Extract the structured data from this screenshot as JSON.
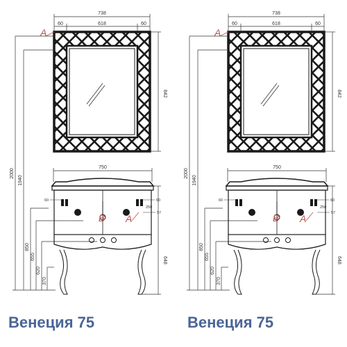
{
  "diagram": {
    "colors": {
      "line": "#1a1a1a",
      "dim": "#333333",
      "marker": "#c0504d",
      "caption": "#4a6596"
    },
    "drawings": [
      {
        "caption": "Венеция 75",
        "mirror": {
          "overall_width": "738",
          "side_left": "60",
          "inner_width": "618",
          "side_right": "60",
          "height": "842"
        },
        "cabinet": {
          "width": "750"
        },
        "heights": {
          "h2000": "2000",
          "h1940": "1940",
          "h850": "850",
          "h655": "655",
          "h620": "620",
          "h370": "370",
          "h648": "648"
        },
        "fittings": {
          "left_gap": "60",
          "right_gap": "60",
          "right_mid": "250",
          "right_low": "57"
        },
        "markers": {
          "a_top": "A",
          "b": "B",
          "a_cabinet": "A"
        }
      },
      {
        "caption": "Венеция 75",
        "mirror": {
          "overall_width": "738",
          "side_left": "60",
          "inner_width": "618",
          "side_right": "60",
          "height": "842"
        },
        "cabinet": {
          "width": "750"
        },
        "heights": {
          "h2000": "2000",
          "h1940": "1940",
          "h850": "850",
          "h655": "655",
          "h620": "620",
          "h370": "370",
          "h648": "648"
        },
        "fittings": {
          "left_gap": "60",
          "right_gap": "60",
          "right_mid": "250",
          "right_low": "57"
        },
        "markers": {
          "a_top": "A",
          "b": "B",
          "a_cabinet": "A"
        }
      }
    ]
  }
}
